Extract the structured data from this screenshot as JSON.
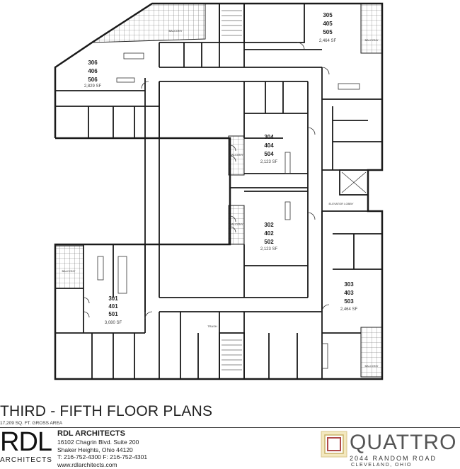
{
  "plan": {
    "units": [
      {
        "numbers": [
          "305",
          "405",
          "505"
        ],
        "area": "2,464 SF"
      },
      {
        "numbers": [
          "306",
          "406",
          "506"
        ],
        "area": "2,829 SF"
      },
      {
        "numbers": [
          "304",
          "404",
          "504"
        ],
        "area": "2,123 SF"
      },
      {
        "numbers": [
          "302",
          "402",
          "502"
        ],
        "area": "2,123 SF"
      },
      {
        "numbers": [
          "301",
          "401",
          "501"
        ],
        "area": "3,080 SF"
      },
      {
        "numbers": [
          "303",
          "403",
          "503"
        ],
        "area": "2,464 SF"
      }
    ],
    "balcony_label": "BALCONY",
    "elevator_lobby_label": "ELEVATOR LOBBY",
    "trash_label": "TRASH"
  },
  "title_block": {
    "title": "THIRD - FIFTH FLOOR PLANS",
    "gross_area": "17,209 SQ. FT. GROSS AREA",
    "architect": {
      "logo_text": "RDL",
      "logo_subtext": "ARCHITECTS",
      "name": "RDL ARCHITECTS",
      "address1": "16102 Chagrin Blvd. Suite 200",
      "address2": "Shaker Heights, Ohio  44120",
      "phone": "T: 216-752-4300 F: 216-752-4301",
      "website": "www.rdlarchitects.com"
    },
    "project": {
      "name": "QUATTRO",
      "address": "2044 RANDOM ROAD",
      "city": "CLEVELAND, OHIO"
    }
  },
  "colors": {
    "wall": "#1a1a1a",
    "logo_gold": "#e8d9a0",
    "logo_red": "#b04a4a"
  }
}
